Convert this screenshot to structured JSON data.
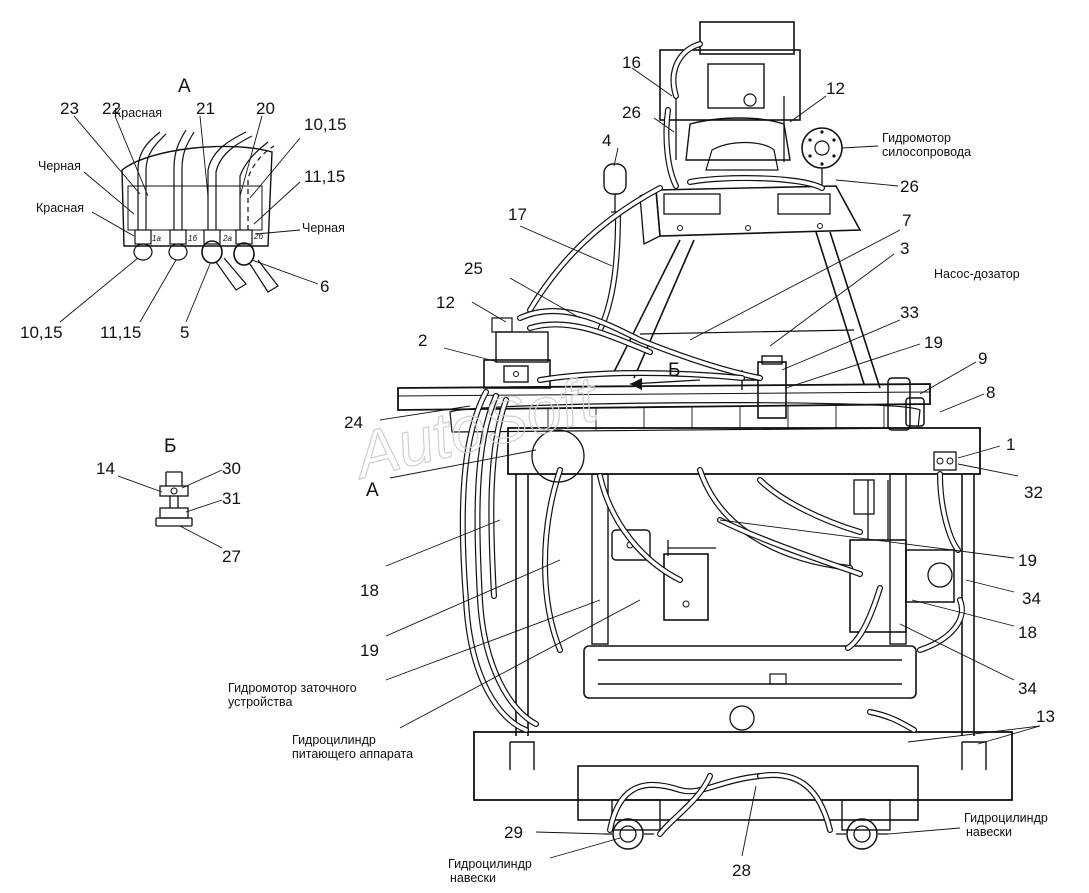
{
  "views": {
    "view_a": "А",
    "view_b": "Б"
  },
  "callouts": {
    "n16": "16",
    "n12_top": "12",
    "n4": "4",
    "n26_left": "26",
    "n26_right": "26",
    "n17": "17",
    "n7": "7",
    "n3": "3",
    "n25": "25",
    "n12_mid": "12",
    "n33": "33",
    "n2": "2",
    "n19_a": "19",
    "n9": "9",
    "n24": "24",
    "n8": "8",
    "n1": "1",
    "n32": "32",
    "n19_b": "19",
    "n34_a": "34",
    "n18_right": "18",
    "n34_b": "34",
    "n18_left": "18",
    "n19_c": "19",
    "n13": "13",
    "n29": "29",
    "n28": "28",
    "a23": "23",
    "a22": "22",
    "a21": "21",
    "a20": "20",
    "a1015_top": "10,15",
    "a1115_top": "11,15",
    "a6": "6",
    "a1015_bot": "10,15",
    "a1115_bot": "11,15",
    "a5": "5",
    "b14": "14",
    "b30": "30",
    "b31": "31",
    "b27": "27",
    "marker_a": "А",
    "marker_b": "Б"
  },
  "port_marks": {
    "p1a": "1а",
    "p1b": "1б",
    "p2a": "2а",
    "p2b": "2б"
  },
  "labels": {
    "krasnaya_1": "Красная",
    "krasnaya_2": "Красная",
    "chernaya_1": "Черная",
    "chernaya_2": "Черная",
    "hydromotor_silo_1": "Гидромотор",
    "hydromotor_silo_2": "силосопровода",
    "pump_dosing": "Насос-дозатор",
    "hydromotor_sharp_1": "Гидромотор заточного",
    "hydromotor_sharp_2": "устройства",
    "cyl_feeder_1": "Гидроцилиндр",
    "cyl_feeder_2": "питающего аппарата",
    "cyl_hitch_l1": "Гидроцилиндр",
    "cyl_hitch_l2": "навески",
    "cyl_hitch_r1": "Гидроцилиндр",
    "cyl_hitch_r2": "навески"
  },
  "watermark": "AutoSoft"
}
